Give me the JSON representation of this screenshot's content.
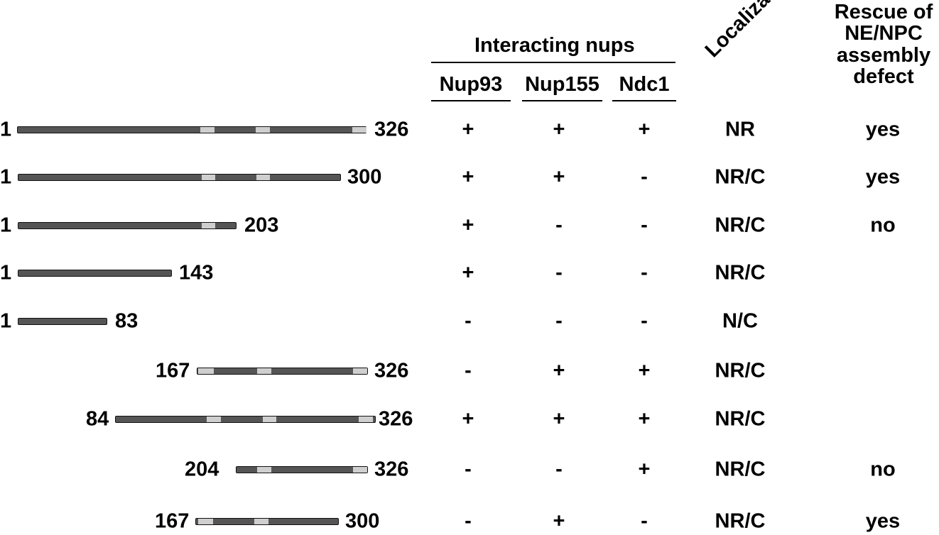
{
  "header": {
    "group_title": "Interacting nups",
    "columns": [
      "Nup93",
      "Nup155",
      "Ndc1"
    ],
    "localization": "Localization",
    "rescue": "Rescue of NE/NPC assembly defect"
  },
  "rows": [
    {
      "start": "1",
      "end": "326",
      "nup93": "+",
      "nup155": "+",
      "ndc1": "+",
      "loc": "NR",
      "rescue": "yes"
    },
    {
      "start": "1",
      "end": "300",
      "nup93": "+",
      "nup155": "+",
      "ndc1": "-",
      "loc": "NR/C",
      "rescue": "yes"
    },
    {
      "start": "1",
      "end": "203",
      "nup93": "+",
      "nup155": "-",
      "ndc1": "-",
      "loc": "NR/C",
      "rescue": "no"
    },
    {
      "start": "1",
      "end": "143",
      "nup93": "+",
      "nup155": "-",
      "ndc1": "-",
      "loc": "NR/C",
      "rescue": ""
    },
    {
      "start": "1",
      "end": "83",
      "nup93": "-",
      "nup155": "-",
      "ndc1": "-",
      "loc": "N/C",
      "rescue": ""
    },
    {
      "start": "167",
      "end": "326",
      "nup93": "-",
      "nup155": "+",
      "ndc1": "+",
      "loc": "NR/C",
      "rescue": ""
    },
    {
      "start": "84",
      "end": "326",
      "nup93": "+",
      "nup155": "+",
      "ndc1": "+",
      "loc": "NR/C",
      "rescue": ""
    },
    {
      "start": "204",
      "end": "326",
      "nup93": "-",
      "nup155": "-",
      "ndc1": "+",
      "loc": "NR/C",
      "rescue": "no"
    },
    {
      "start": "167",
      "end": "300",
      "nup93": "-",
      "nup155": "+",
      "ndc1": "-",
      "loc": "NR/C",
      "rescue": "yes"
    }
  ],
  "colors": {
    "bar": "#555555",
    "segment": "#cfcfcf",
    "text": "#000000"
  }
}
